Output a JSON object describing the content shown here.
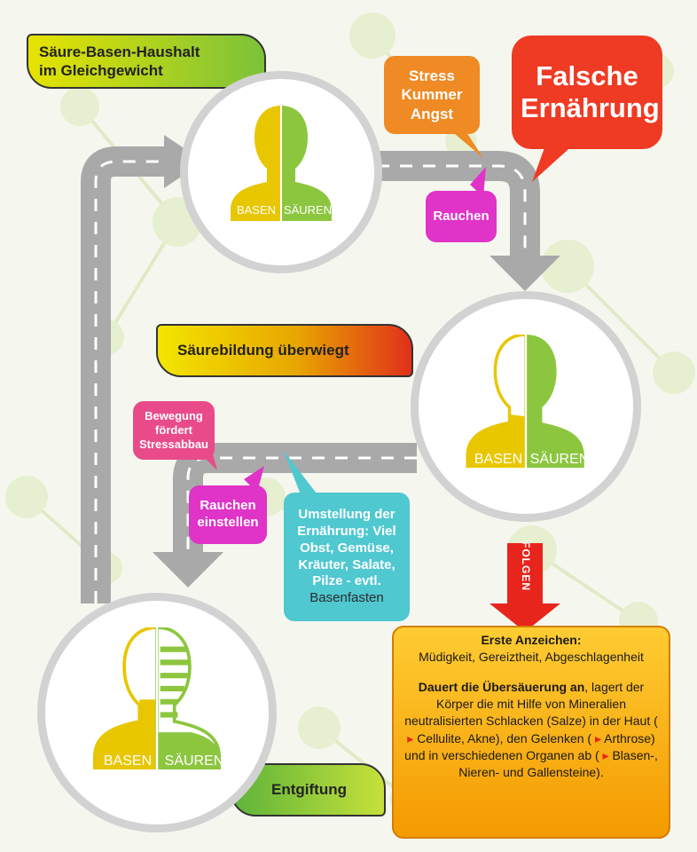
{
  "tags": {
    "balance": "Säure-Basen-Haushalt im Gleichgewicht",
    "acid_dominant": "Säurebildung überwiegt",
    "detox": "Entgiftung"
  },
  "bubbles": {
    "stress": "Stress Kummer Angst",
    "diet": "Falsche Ernährung",
    "smoking": "Rauchen",
    "exercise": "Bewegung fördert Stressabbau",
    "quit_smoking": "Rauchen einstellen",
    "diet_change_lead": "Umstellung der Ernährung: Viel Obst, Gemüse, Kräuter, Salate, Pilze - evtl.",
    "diet_change_link": "Basenfasten"
  },
  "labels": {
    "bases": "BASEN",
    "acids": "SÄUREN"
  },
  "arrow_label": "FOLGEN",
  "info": {
    "heading": "Erste Anzeichen:",
    "symptoms": "Müdigkeit, Gereiztheit, Abgeschlagenheit",
    "p1_bold": "Dauert die Übersäuerung an",
    "p1_rest": ", lagert der Körper die mit Hilfe von Mineralien neutralisierten Schlacken (Salze) in der Haut (",
    "skin_items": "Cellulite, Akne",
    "p2": "), den Gelenken (",
    "joint_items": "Arthrose",
    "p3": ") und in verschiedenen Organen ab (",
    "organ_items": "Blasen-, Nieren- und Gallensteine",
    "p4": ")."
  },
  "colors": {
    "base_yellow": "#e8c600",
    "acid_green": "#8cc63f",
    "road": "#a9a9a9",
    "stress_orange": "#f08a24",
    "diet_red": "#ef3b24",
    "smoke_magenta": "#e033c8",
    "exercise_pink": "#e94b8a",
    "diet_change_cyan": "#4fc8d0",
    "info_orange": "#f7a600"
  }
}
